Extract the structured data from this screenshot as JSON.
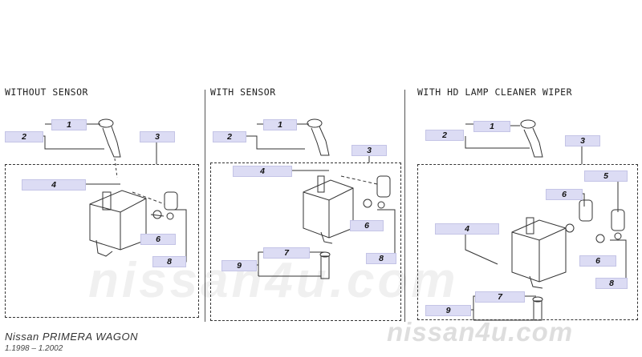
{
  "sections": [
    {
      "title": "WITHOUT SENSOR"
    },
    {
      "title": "WITH SENSOR"
    },
    {
      "title": "WITH HD LAMP CLEANER WIPER"
    }
  ],
  "callouts": {
    "without_sensor": [
      "1",
      "2",
      "3",
      "4",
      "6",
      "8"
    ],
    "with_sensor": [
      "1",
      "2",
      "3",
      "4",
      "6",
      "7",
      "8",
      "9"
    ],
    "with_hd_lamp_cleaner_wiper": [
      "1",
      "2",
      "3",
      "4",
      "5",
      "6",
      "6",
      "7",
      "8",
      "9"
    ]
  },
  "footer": {
    "model": "Nissan PRIMERA WAGON",
    "years": "1.1998 – 1.2002"
  },
  "watermark": "nissan4u.com",
  "watermark_faint": "nissan4u.com",
  "colors": {
    "tag_fill": "#dcdcf4",
    "line": "#333333"
  }
}
